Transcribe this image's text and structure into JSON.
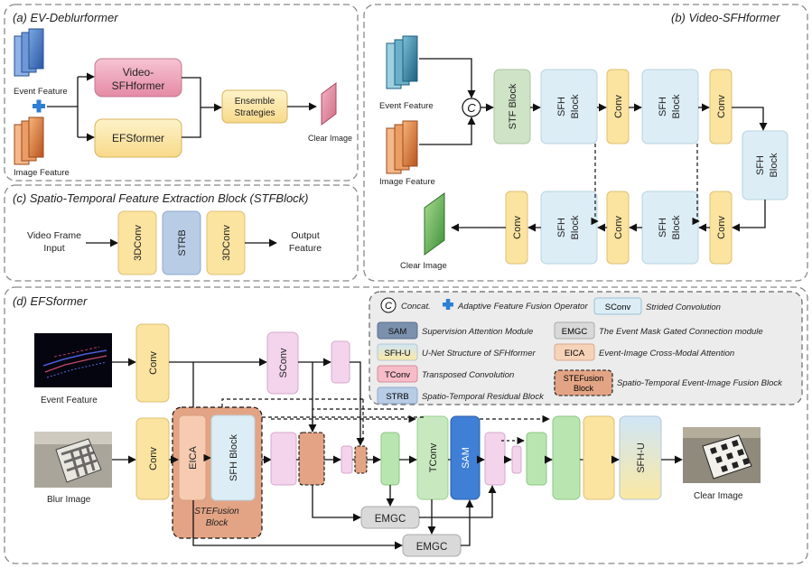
{
  "panels": {
    "a": "(a) EV-Deblurformer",
    "b": "(b) Video-SFHformer",
    "c": "(c) Spatio-Temporal Feature Extraction Block (STFBlock)",
    "d": "(d) EFSformer"
  },
  "a": {
    "event_feature": "Event Feature",
    "image_feature": "Image Feature",
    "video_sfh_1": "Video-",
    "video_sfh_2": "SFHformer",
    "efsformer": "EFSformer",
    "ensemble_1": "Ensemble",
    "ensemble_2": "Strategies",
    "clear_image": "Clear Image"
  },
  "b": {
    "event_feature": "Event Feature",
    "image_feature": "Image Feature",
    "concat": "C",
    "stf_block": "STF Block",
    "sfh_1": "SFH",
    "sfh_2": "Block",
    "conv": "Conv",
    "clear_image": "Clear Image"
  },
  "c": {
    "input_1": "Video Frame",
    "input_2": "Input",
    "conv3d": "3DConv",
    "strb": "STRB",
    "output_1": "Output",
    "output_2": "Feature"
  },
  "d": {
    "event_feature": "Event Feature",
    "blur_image": "Blur Image",
    "clear_image": "Clear Image",
    "conv": "Conv",
    "sconv": "SConv",
    "eica": "EICA",
    "sfh_block": "SFH Block",
    "stefusion_1": "STEFusion",
    "stefusion_2": "Block",
    "tconv": "TConv",
    "sam": "SAM",
    "sfhu": "SFH-U",
    "emgc": "EMGC"
  },
  "legend": {
    "concat_symbol": "C",
    "concat": "Concat.",
    "afo": "Adaptive Feature Fusion Operator",
    "sconv_tag": "SConv",
    "sconv": "Strided Convolution",
    "sam_tag": "SAM",
    "sam": "Supervision Attention Module",
    "emgc_tag": "EMGC",
    "emgc": "The Event Mask Gated Connection module",
    "sfhu_tag": "SFH-U",
    "sfhu": "U-Net Structure of SFHformer",
    "eica_tag": "EICA",
    "eica": "Event-Image Cross-Modal Attention",
    "tconv_tag": "TConv",
    "tconv": "Transposed Convolution",
    "stef_tag_1": "STEFusion",
    "stef_tag_2": "Block",
    "stef": "Spatio-Temporal Event-Image Fusion Block",
    "strb_tag": "STRB",
    "strb": "Spatio-Temporal Residual Block"
  },
  "colors": {
    "conv_yellow": "#fbe3a0",
    "sfh_blue": "#dcedf5",
    "stf_green": "#cfe3c7",
    "sconv_pink": "#f3d4ec",
    "green_block": "#b9e6b0",
    "sam_blue": "#3f7fd6",
    "tconv_green": "#c8e9bf",
    "orange_block": "#e3a485",
    "eica_orange": "#f2c6ae",
    "emgc_gray": "#d9d9d9",
    "strb_blue": "#b8cce6",
    "pink_block": "#f0a9b9",
    "legend_bg": "#ececec"
  }
}
